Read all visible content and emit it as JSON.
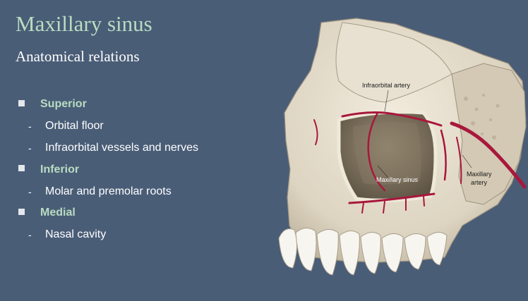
{
  "slide": {
    "title": "Maxillary sinus",
    "subtitle": "Anatomical relations"
  },
  "relations": [
    {
      "label": "Superior",
      "items": [
        "Orbital floor",
        "Infraorbital vessels and nerves"
      ]
    },
    {
      "label": "Inferior",
      "items": [
        "Molar and premolar roots"
      ]
    },
    {
      "label": "Medial",
      "items": [
        "Nasal cavity"
      ]
    }
  ],
  "illustration": {
    "labels": {
      "infraorbital_artery": "Infraorbital artery",
      "maxillary_sinus": "Maxillary sinus",
      "maxillary_artery_line1": "Maxillary",
      "maxillary_artery_line2": "artery"
    }
  },
  "colors": {
    "background": "#4a5d77",
    "title": "#b9dcc1",
    "heading": "#b9dcc1",
    "text": "#ffffff",
    "bone": "#e6dfcf",
    "artery": "#a8173c"
  }
}
